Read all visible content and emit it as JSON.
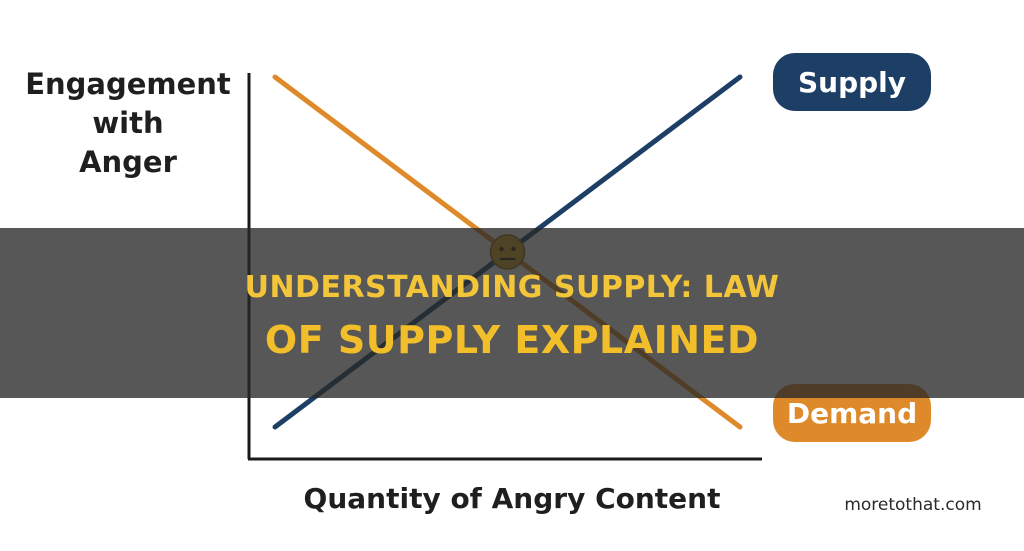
{
  "overlay": {
    "title_line1": "UNDERSTANDING SUPPLY: LAW",
    "title_line2": "OF SUPPLY EXPLAINED",
    "title_color": "#f2c230",
    "band_color": "#282828"
  },
  "watermark": "moretothat.com",
  "marker_icon": "neutral-face-emoji",
  "chart_data": {
    "type": "line",
    "ylabel": [
      "Engagement",
      "with",
      "Anger"
    ],
    "xlabel": "Quantity of Angry Content",
    "xlim": [
      0,
      10
    ],
    "ylim": [
      0,
      10
    ],
    "grid": false,
    "legend_placement": "right",
    "series": [
      {
        "name": "Supply",
        "color": "#1d3f66",
        "x": [
          0,
          10
        ],
        "y": [
          0,
          10
        ]
      },
      {
        "name": "Demand",
        "color": "#de8a2a",
        "x": [
          0,
          10
        ],
        "y": [
          10,
          0
        ]
      }
    ],
    "equilibrium": {
      "x": 5,
      "y": 5
    }
  }
}
